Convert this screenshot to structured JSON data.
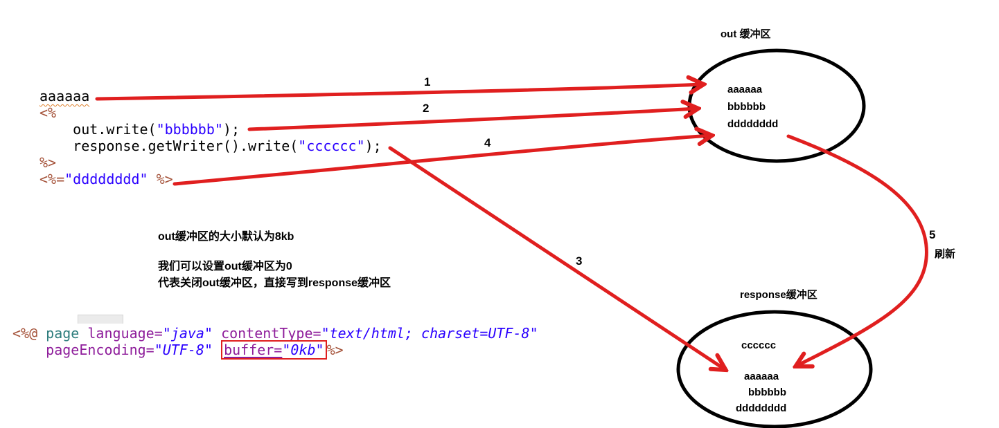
{
  "labels": {
    "out_buffer_title": "out 缓冲区",
    "response_buffer_title": "response缓冲区",
    "step1": "1",
    "step2": "2",
    "step3": "3",
    "step4": "4",
    "step5": "5",
    "refresh": "刷新"
  },
  "notes": {
    "line1": "out缓冲区的大小默认为8kb",
    "line2": "我们可以设置out缓冲区为0",
    "line3": "代表关闭out缓冲区，直接写到response缓冲区"
  },
  "out_buffer_items": [
    "aaaaaa",
    "bbbbbb",
    "dddddddd"
  ],
  "response_buffer_items": [
    "cccccc",
    "aaaaaa",
    "bbbbbb",
    "dddddddd"
  ],
  "jsp_code": {
    "lines": [
      [
        {
          "t": "aaaaaa",
          "c": "plain",
          "sq": true
        }
      ],
      [
        {
          "t": "<%",
          "c": "jsp"
        }
      ],
      [
        {
          "t": "    out.write(",
          "c": "plain"
        },
        {
          "t": "\"bbbbbb\"",
          "c": "str"
        },
        {
          "t": ");",
          "c": "plain"
        }
      ],
      [
        {
          "t": "    response.getWriter().write(",
          "c": "plain"
        },
        {
          "t": "\"cccccc\"",
          "c": "str"
        },
        {
          "t": ");",
          "c": "plain"
        }
      ],
      [
        {
          "t": "%>",
          "c": "jsp"
        }
      ],
      [
        {
          "t": "<%=",
          "c": "jsp"
        },
        {
          "t": "\"dddddddd\"",
          "c": "str"
        },
        {
          "t": " ",
          "c": "plain"
        },
        {
          "t": "%>",
          "c": "jsp"
        }
      ]
    ]
  },
  "page_directive": {
    "lines": [
      [
        {
          "t": "<%@ ",
          "c": "jsp"
        },
        {
          "t": "page ",
          "c": "tag"
        },
        {
          "t": "language=",
          "c": "attr"
        },
        {
          "t": "\"java\"",
          "c": "stri"
        },
        {
          "t": " ",
          "c": "plain"
        },
        {
          "t": "contentType=",
          "c": "attru"
        },
        {
          "t": "\"text/html; charset=UTF-8\"",
          "c": "stri"
        }
      ],
      [
        {
          "t": "    ",
          "c": "plain"
        },
        {
          "t": "pageEncoding=",
          "c": "attr"
        },
        {
          "t": "\"UTF-8\"",
          "c": "stri"
        },
        {
          "t": " ",
          "c": "plain"
        },
        {
          "box": [
            {
              "t": "buffer=",
              "c": "attru"
            },
            {
              "t": "\"0kb\"",
              "c": "stri"
            }
          ]
        },
        {
          "t": "%>",
          "c": "jsp"
        }
      ]
    ]
  },
  "colors": {
    "arrow_red": "#e01f1f",
    "ellipse_black": "#000000",
    "code_string_blue": "#2a00ff",
    "jsp_delimiter_brown": "#a5533a",
    "attribute_purple": "#8e1d9b",
    "tag_teal": "#2e7d7d",
    "squiggle_orange": "#dd7e27",
    "highlight_box_red": "#e01f1f"
  }
}
